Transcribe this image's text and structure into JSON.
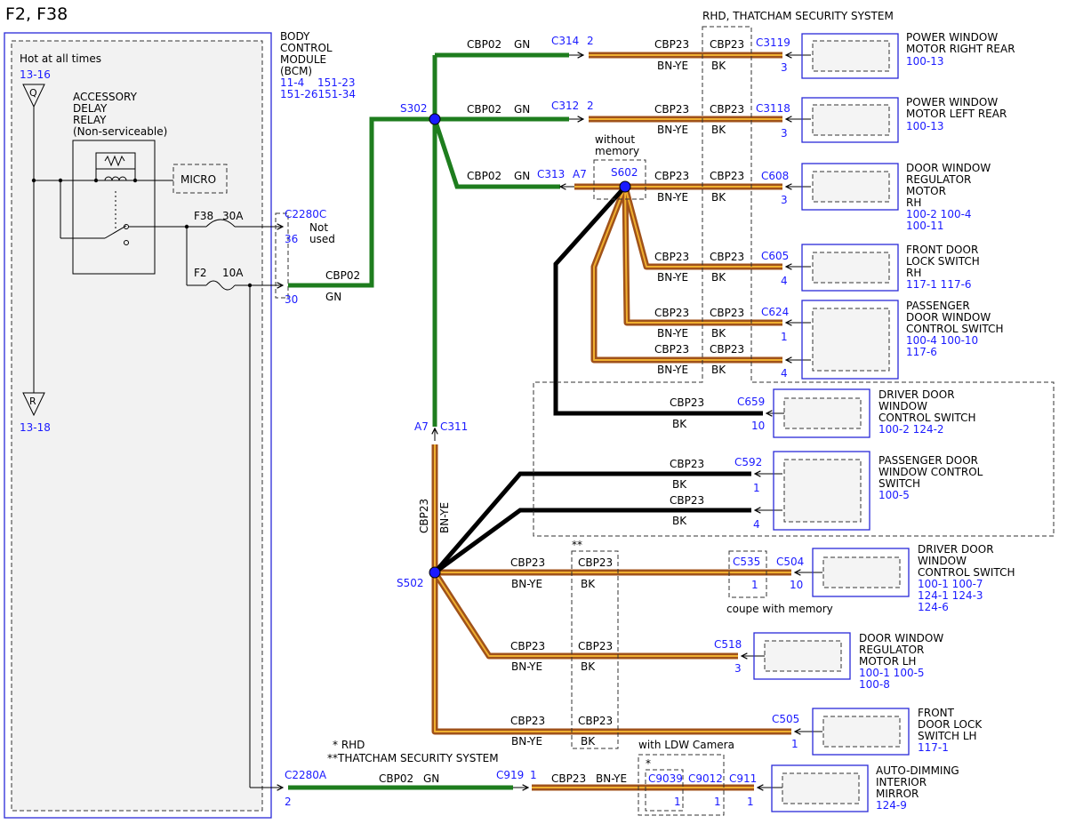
{
  "title": "F2, F38",
  "bcm": {
    "hot": "Hot at all times",
    "q_ref": "13-16",
    "q": "Q",
    "r": "R",
    "r_ref": "13-18",
    "relay": [
      "ACCESSORY",
      "DELAY",
      "RELAY",
      "(Non-serviceable)"
    ],
    "micro": "MICRO",
    "f38": "F38",
    "f38_amp": "30A",
    "f2": "F2",
    "f2_amp": "10A",
    "name": [
      "BODY",
      "CONTROL",
      "MODULE",
      "(BCM)"
    ],
    "refs": [
      "11-4",
      "151-23",
      "151-26151-34"
    ]
  },
  "connectors": {
    "c2280c": "C2280C",
    "c2280c_pin": "36",
    "not_used": [
      "Not",
      "used"
    ],
    "pin30": "30",
    "c2280a": "C2280A",
    "c2280a_pin": "2"
  },
  "wires": {
    "cbp02": "CBP02",
    "gn": "GN",
    "cbp23": "CBP23",
    "bnye": "BN-YE",
    "bk": "BK"
  },
  "splices": {
    "s302": "S302",
    "s602": "S602",
    "s502": "S502"
  },
  "labels": {
    "rhd_thatcham": "RHD, THATCHAM SECURITY SYSTEM",
    "without_memory": [
      "without",
      "memory"
    ],
    "coupe_memory": "coupe with memory",
    "notes": [
      "* RHD",
      "**THATCHAM SECURITY SYSTEM"
    ],
    "with_ldw": "with LDW Camera",
    "star": "*",
    "dstar": "**"
  },
  "inline": {
    "c314": "C314",
    "c314_pin": "2",
    "c312": "C312",
    "c312_pin": "2",
    "c313": "C313",
    "c313_pin": "A7",
    "c311_pin": "A7",
    "c311": "C311",
    "c919": "C919",
    "c919_pin": "1",
    "c535": "C535",
    "c535_pin": "1",
    "c9039": "C9039",
    "c9039_pin": "1",
    "c9012": "C9012",
    "c9012_pin": "1"
  },
  "components": {
    "c3119": {
      "conn": "C3119",
      "pin": "3",
      "name": [
        "POWER WINDOW",
        "MOTOR RIGHT REAR"
      ],
      "ref": "100-13"
    },
    "c3118": {
      "conn": "C3118",
      "pin": "3",
      "name": [
        "POWER WINDOW",
        "MOTOR LEFT REAR"
      ],
      "ref": "100-13"
    },
    "c608": {
      "conn": "C608",
      "pin": "3",
      "name": [
        "DOOR WINDOW",
        "REGULATOR",
        "MOTOR",
        "RH"
      ],
      "refs": [
        "100-2 100-4",
        "100-11"
      ]
    },
    "c605": {
      "conn": "C605",
      "pin": "4",
      "name": [
        "FRONT DOOR",
        "LOCK SWITCH",
        "RH"
      ],
      "ref": "117-1 117-6"
    },
    "c624": {
      "conn": "C624",
      "pin1": "1",
      "pin2": "4",
      "name": [
        "PASSENGER",
        "DOOR WINDOW",
        "CONTROL SWITCH"
      ],
      "refs": [
        "100-4  100-10",
        "117-6"
      ]
    },
    "c659": {
      "conn": "C659",
      "pin": "10",
      "name": [
        "DRIVER DOOR",
        "WINDOW",
        "CONTROL SWITCH"
      ],
      "ref": "100-2 124-2"
    },
    "c592": {
      "conn": "C592",
      "pin1": "1",
      "pin2": "4",
      "name": [
        "PASSENGER DOOR",
        "WINDOW CONTROL",
        "SWITCH"
      ],
      "ref": "100-5"
    },
    "c504": {
      "conn": "C504",
      "pin": "10",
      "name": [
        "DRIVER DOOR",
        "WINDOW",
        "CONTROL SWITCH"
      ],
      "refs": [
        "100-1 100-7",
        "124-1 124-3",
        "124-6"
      ]
    },
    "c518": {
      "conn": "C518",
      "pin": "3",
      "name": [
        "DOOR WINDOW",
        "REGULATOR",
        "MOTOR LH"
      ],
      "refs": [
        "100-1 100-5",
        "100-8"
      ]
    },
    "c505": {
      "conn": "C505",
      "pin": "1",
      "name": [
        "FRONT",
        "DOOR LOCK",
        "SWITCH LH"
      ],
      "ref": "117-1"
    },
    "c911": {
      "conn": "C911",
      "pin": "1",
      "name": [
        "AUTO-DIMMING",
        "INTERIOR",
        "MIRROR"
      ],
      "ref": "124-9"
    }
  },
  "colors": {
    "green_wire": "#1e7d1e",
    "brown_wire": "#a0521a",
    "yellow_stripe": "#f0b030",
    "black_wire": "#000000",
    "splice_dot": "#1a1aff",
    "label_blue": "#1a1aff"
  }
}
